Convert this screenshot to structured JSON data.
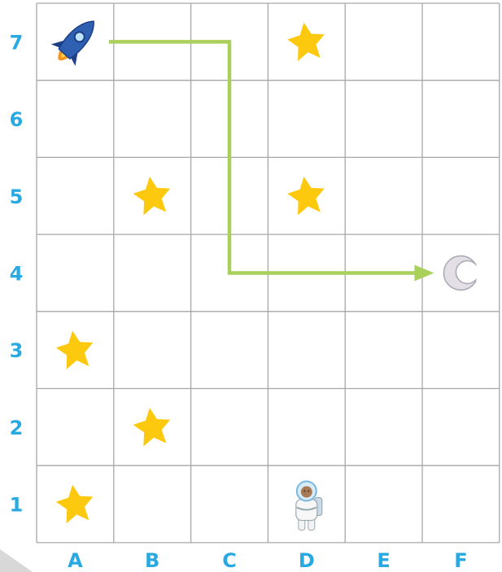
{
  "grid": {
    "columns": [
      "A",
      "B",
      "C",
      "D",
      "E",
      "F"
    ],
    "rows": [
      "7",
      "6",
      "5",
      "4",
      "3",
      "2",
      "1"
    ],
    "colors": {
      "label": "#29a9e1",
      "grid_line": "#a7a7a7",
      "background": "#ffffff"
    }
  },
  "items": [
    {
      "type": "rocket",
      "icon": "rocket-icon",
      "cell": "A7"
    },
    {
      "type": "star",
      "icon": "star-icon",
      "cell": "D7"
    },
    {
      "type": "star",
      "icon": "star-icon",
      "cell": "B5"
    },
    {
      "type": "star",
      "icon": "star-icon",
      "cell": "D5"
    },
    {
      "type": "moon",
      "icon": "crescent-moon-icon",
      "cell": "F4"
    },
    {
      "type": "star",
      "icon": "star-icon",
      "cell": "A3"
    },
    {
      "type": "star",
      "icon": "star-icon",
      "cell": "B2"
    },
    {
      "type": "star",
      "icon": "star-icon",
      "cell": "A1"
    },
    {
      "type": "astronaut",
      "icon": "astronaut-icon",
      "cell": "D1"
    }
  ],
  "path": {
    "color": "#a8d05a",
    "from": "A7",
    "via": [
      "C7",
      "C4"
    ],
    "to": "F4"
  },
  "colors": {
    "star": "#fcc90f",
    "rocket": "#2e5fb0",
    "moon": "#e4dfe6",
    "moon_outline": "#a9a9b3"
  }
}
